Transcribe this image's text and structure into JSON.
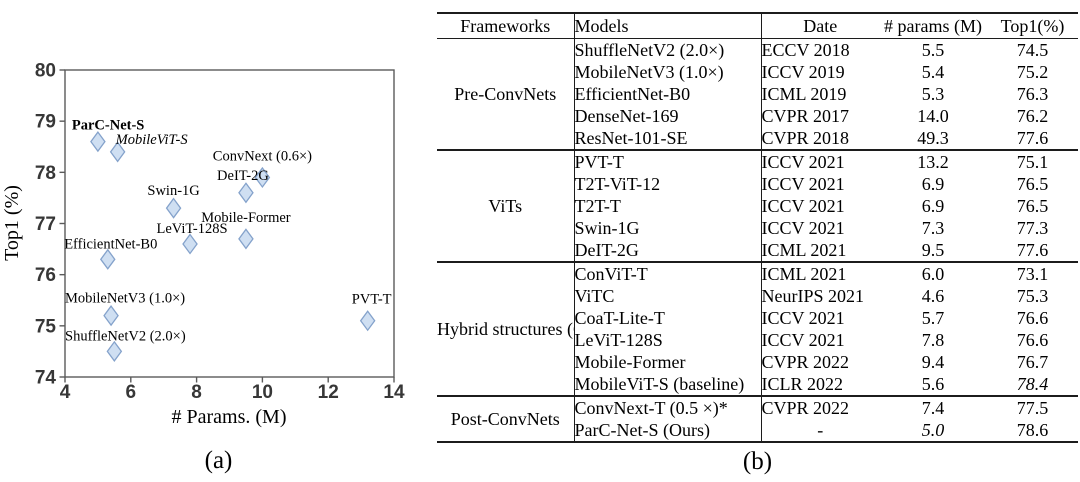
{
  "figure": {
    "caption_a": "(a)",
    "caption_b": "(b)"
  },
  "chart_data": [
    {
      "type": "scatter",
      "title": "",
      "xlabel": "# Params. (M)",
      "ylabel": "Top1 (%)",
      "xlim": [
        4,
        14
      ],
      "ylim": [
        74,
        80
      ],
      "xticks": [
        4,
        6,
        8,
        10,
        12,
        14
      ],
      "yticks": [
        74,
        75,
        76,
        77,
        78,
        79,
        80
      ],
      "grid": false,
      "legend": "none",
      "marker": {
        "shape": "diamond",
        "fill": "#cfdff2",
        "stroke": "#84a2cb"
      },
      "points": [
        {
          "name": "ParC-Net-S",
          "x": 5.0,
          "y": 78.6,
          "label_style": "bold",
          "anchor": "start",
          "label_dx": -26,
          "label_dy": -12
        },
        {
          "name": "MobileViT-S",
          "x": 5.6,
          "y": 78.4,
          "label_style": "italic",
          "anchor": "start",
          "label_dx": -2,
          "label_dy": -8
        },
        {
          "name": "ConvNext (0.6×)",
          "x": 10.0,
          "y": 77.9,
          "label_style": "",
          "anchor": "middle",
          "label_dx": 0,
          "label_dy": -17
        },
        {
          "name": "DeIT-2G",
          "x": 9.5,
          "y": 77.6,
          "label_style": "",
          "anchor": "middle",
          "label_dx": -3,
          "label_dy": -13
        },
        {
          "name": "Swin-1G",
          "x": 7.3,
          "y": 77.3,
          "label_style": "",
          "anchor": "middle",
          "label_dx": 0,
          "label_dy": -13
        },
        {
          "name": "Mobile-Former",
          "x": 9.5,
          "y": 76.7,
          "label_style": "",
          "anchor": "middle",
          "label_dx": 0,
          "label_dy": -17
        },
        {
          "name": "LeViT-128S",
          "x": 7.8,
          "y": 76.6,
          "label_style": "",
          "anchor": "middle",
          "label_dx": 2,
          "label_dy": -11
        },
        {
          "name": "EfficientNet-B0",
          "x": 5.3,
          "y": 76.3,
          "label_style": "",
          "anchor": "middle",
          "label_dx": 3,
          "label_dy": -11
        },
        {
          "name": "MobileNetV3 (1.0×)",
          "x": 5.4,
          "y": 75.2,
          "label_style": "",
          "anchor": "middle",
          "label_dx": 14,
          "label_dy": -13
        },
        {
          "name": "PVT-T",
          "x": 13.2,
          "y": 75.1,
          "label_style": "",
          "anchor": "middle",
          "label_dx": 4,
          "label_dy": -17
        },
        {
          "name": "ShuffleNetV2 (2.0×)",
          "x": 5.5,
          "y": 74.5,
          "label_style": "",
          "anchor": "middle",
          "label_dx": 11,
          "label_dy": -11
        }
      ]
    },
    {
      "type": "table",
      "headers": [
        "Frameworks",
        "Models",
        "Date",
        "# params (M)",
        "Top1(%)"
      ],
      "groups": [
        {
          "framework": "Pre-ConvNets",
          "rows": [
            {
              "model": "ShuffleNetV2 (2.0×)",
              "date": "ECCV 2018",
              "params": "5.5",
              "top1": "74.5"
            },
            {
              "model": "MobileNetV3 (1.0×)",
              "date": "ICCV 2019",
              "params": "5.4",
              "top1": "75.2"
            },
            {
              "model": "EfficientNet-B0",
              "date": "ICML 2019",
              "params": "5.3",
              "top1": "76.3"
            },
            {
              "model": "DenseNet-169",
              "date": "CVPR 2017",
              "params": "14.0",
              "top1": "76.2"
            },
            {
              "model": "ResNet-101-SE",
              "date": "CVPR 2018",
              "params": "49.3",
              "top1": "77.6"
            }
          ]
        },
        {
          "framework": "ViTs",
          "rows": [
            {
              "model": "PVT-T",
              "date": "ICCV 2021",
              "params": "13.2",
              "top1": "75.1"
            },
            {
              "model": "T2T-ViT-12",
              "date": "ICCV 2021",
              "params": "6.9",
              "top1": "76.5"
            },
            {
              "model": "T2T-T",
              "date": "ICCV 2021",
              "params": "6.9",
              "top1": "76.5"
            },
            {
              "model": "Swin-1G",
              "date": "ICCV 2021",
              "params": "7.3",
              "top1": "77.3"
            },
            {
              "model": "DeIT-2G",
              "date": "ICML 2021",
              "params": "9.5",
              "top1": "77.6"
            }
          ]
        },
        {
          "framework": "Hybrid structures (ConvNet+ViT)",
          "rows": [
            {
              "model": "ConViT-T",
              "date": "ICML 2021",
              "params": "6.0",
              "top1": "73.1"
            },
            {
              "model": "ViTC",
              "date": "NeurIPS 2021",
              "params": "4.6",
              "params_style": "bold",
              "top1": "75.3"
            },
            {
              "model": "CoaT-Lite-T",
              "date": "ICCV 2021",
              "params": "5.7",
              "top1": "76.6"
            },
            {
              "model": "LeViT-128S",
              "date": "ICCV 2021",
              "params": "7.8",
              "top1": "76.6"
            },
            {
              "model": "Mobile-Former",
              "date": "CVPR 2022",
              "params": "9.4",
              "top1": "76.7"
            },
            {
              "model": "MobileViT-S (baseline)",
              "date": "ICLR 2022",
              "params": "5.6",
              "top1": "78.4",
              "top1_style": "italic"
            }
          ]
        },
        {
          "framework": "Post-ConvNets",
          "rows": [
            {
              "model": "ConvNext-T (0.5 ×)*",
              "date": "CVPR 2022",
              "params": "7.4",
              "top1": "77.5"
            },
            {
              "model": "ParC-Net-S (Ours)",
              "date": "-",
              "date_center": true,
              "params": "5.0",
              "params_style": "italic",
              "top1": "78.6",
              "top1_style": "bold"
            }
          ]
        }
      ]
    }
  ]
}
